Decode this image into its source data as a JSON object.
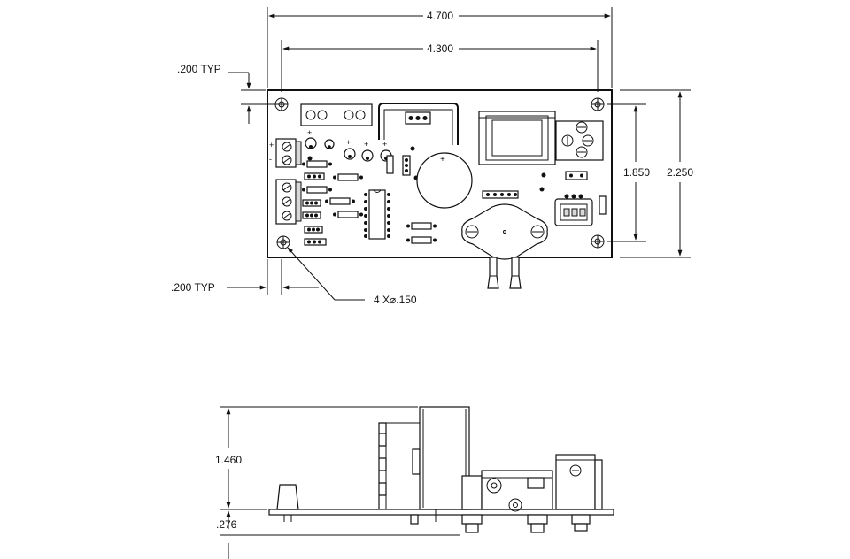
{
  "top_view": {
    "dim_overall_width": "4.700",
    "dim_hole_spacing_width": "4.300",
    "dim_hole_spacing_height": "1.850",
    "dim_overall_height": "2.250",
    "dim_edge_offset_top": ".200 TYP",
    "dim_edge_offset_left": ".200 TYP",
    "hole_callout": "4 X⌀.150"
  },
  "side_view": {
    "dim_component_height": "1.460",
    "dim_under_board": ".276"
  }
}
